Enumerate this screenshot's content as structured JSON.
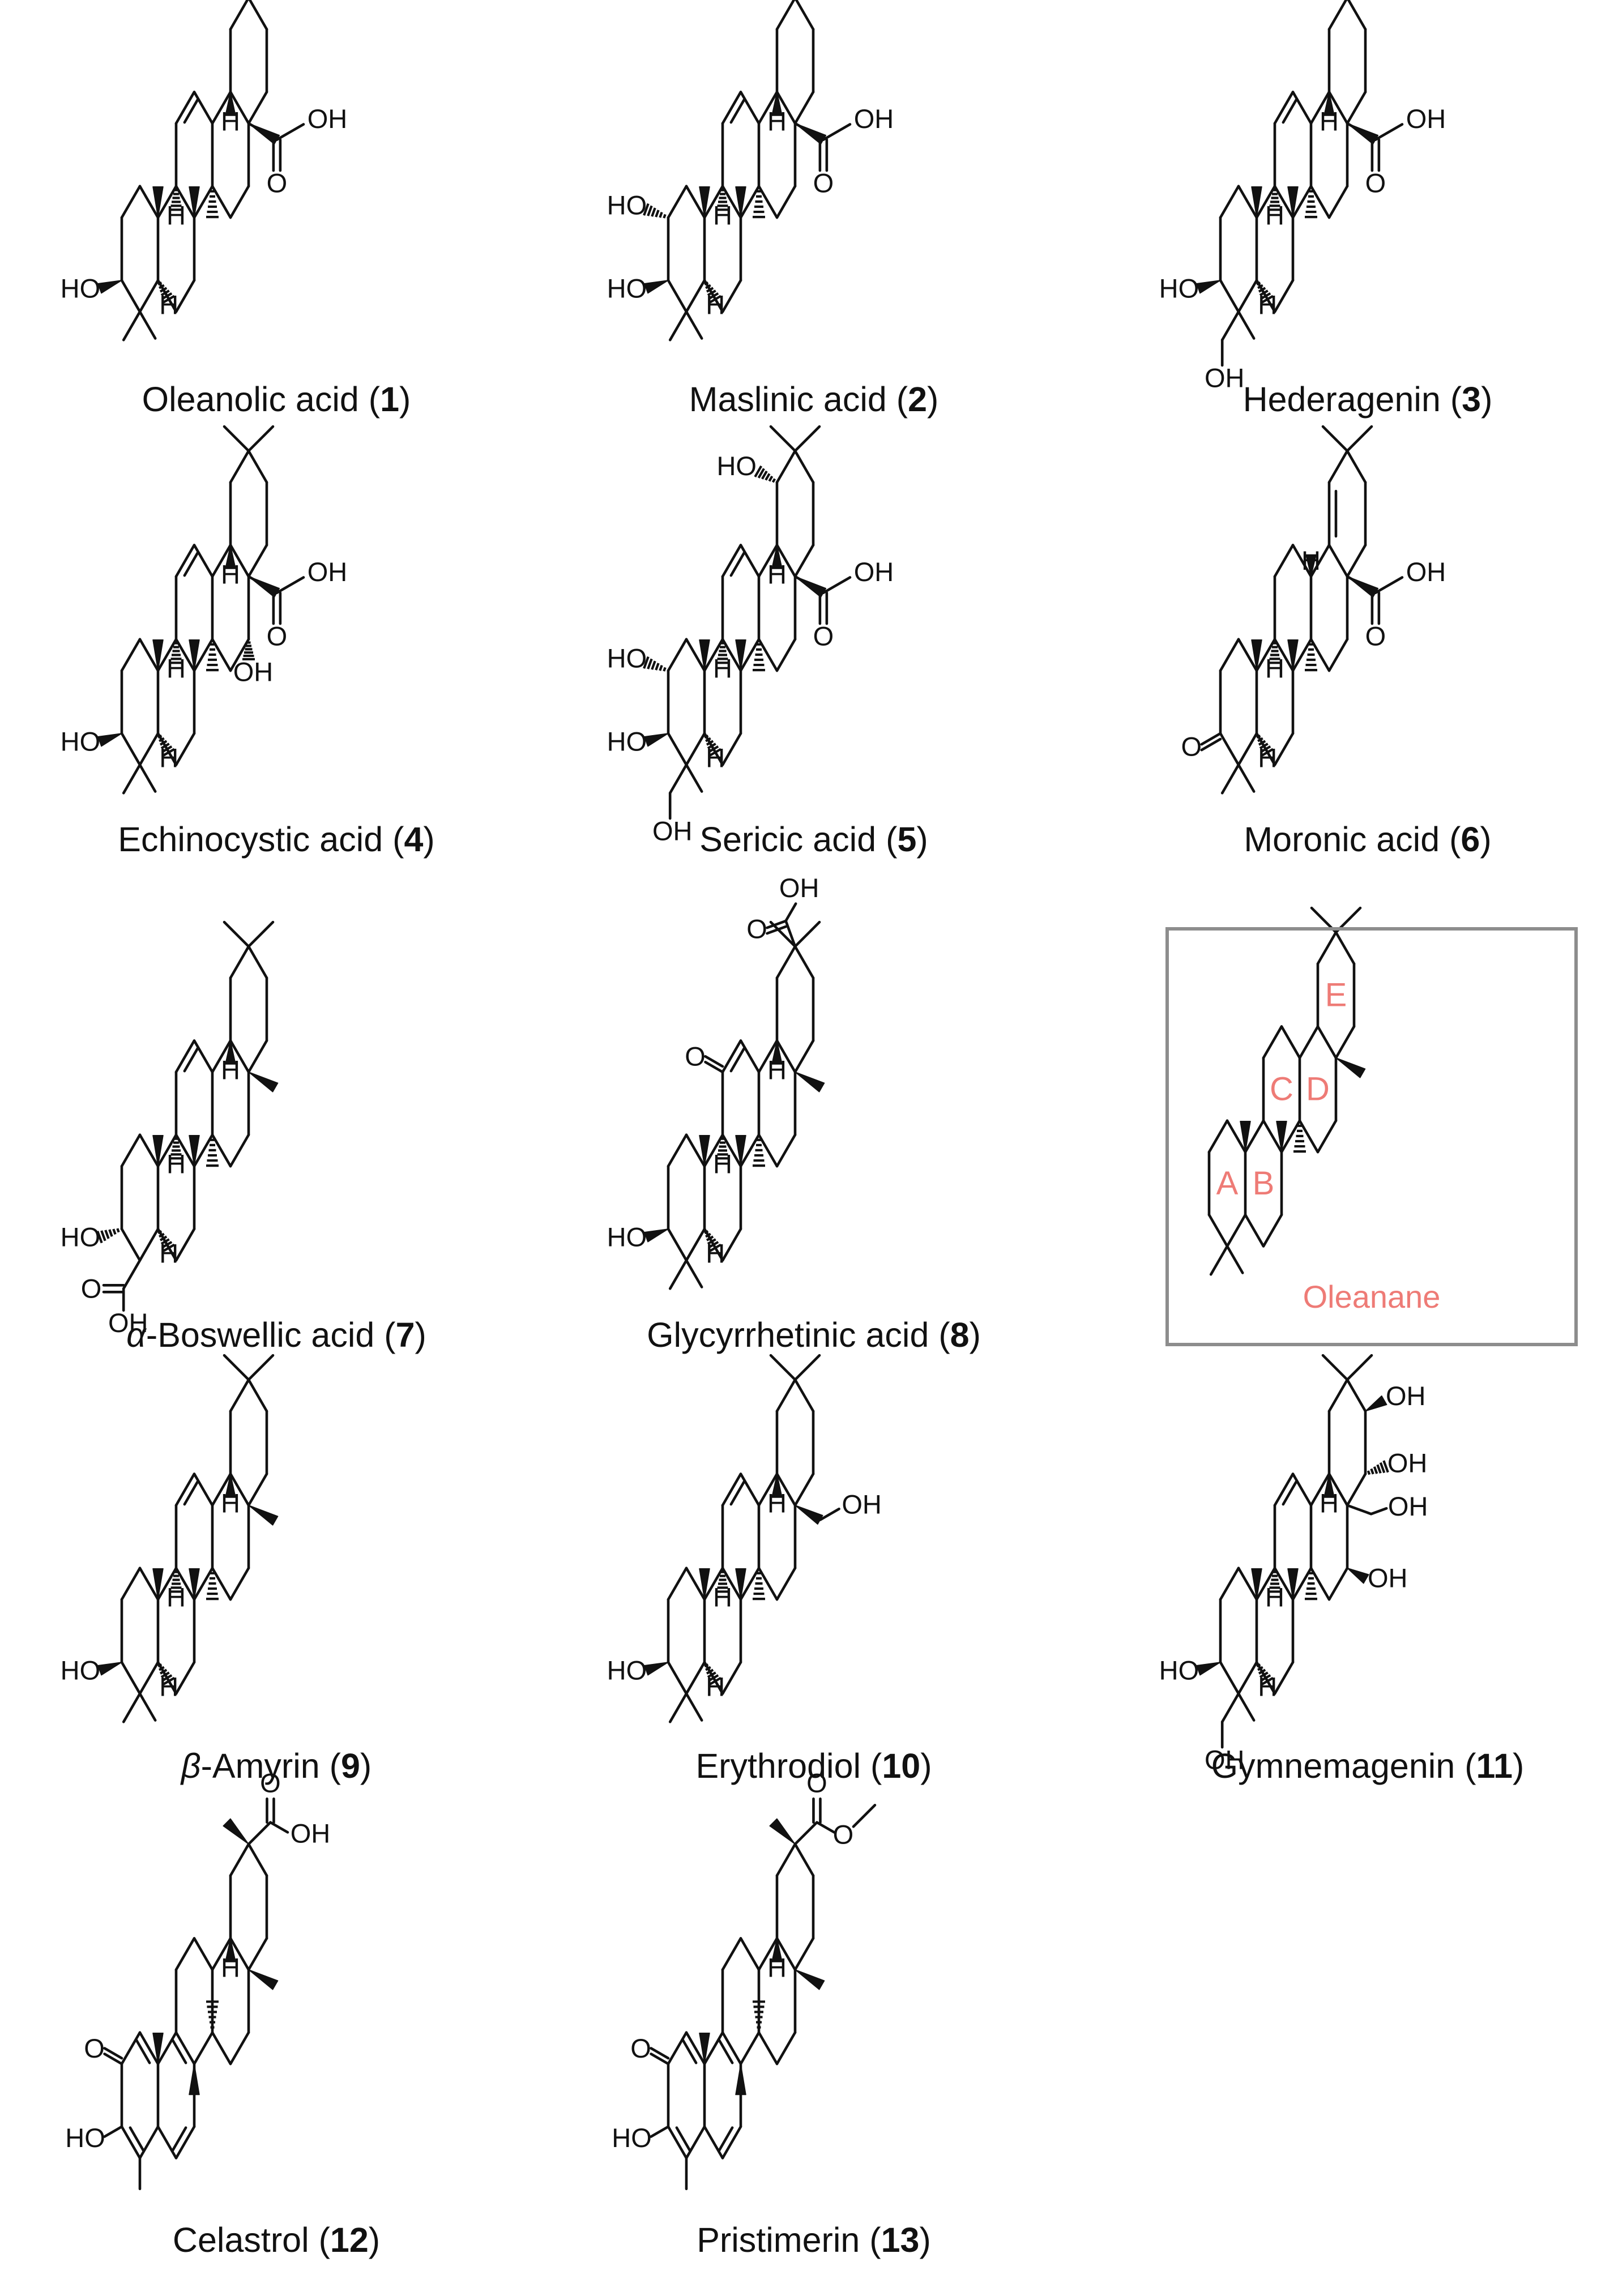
{
  "accent_color": "#ee7b76",
  "compounds": [
    {
      "name": "Oleanolic acid",
      "number": "1",
      "greek": ""
    },
    {
      "name": "Maslinic acid",
      "number": "2",
      "greek": ""
    },
    {
      "name": "Hederagenin",
      "number": "3",
      "greek": ""
    },
    {
      "name": "Echinocystic acid",
      "number": "4",
      "greek": ""
    },
    {
      "name": "Sericic acid",
      "number": "5",
      "greek": ""
    },
    {
      "name": "Moronic acid",
      "number": "6",
      "greek": ""
    },
    {
      "name": "-Boswellic acid",
      "number": "7",
      "greek": "α"
    },
    {
      "name": "Glycyrrhetinic acid",
      "number": "8",
      "greek": ""
    },
    {
      "name": "-Amyrin",
      "number": "9",
      "greek": "β"
    },
    {
      "name": "Erythrodiol",
      "number": "10",
      "greek": ""
    },
    {
      "name": "Gymnemagenin",
      "number": "11",
      "greek": ""
    },
    {
      "name": "Celastrol",
      "number": "12",
      "greek": ""
    },
    {
      "name": "Pristimerin",
      "number": "13",
      "greek": ""
    }
  ],
  "reference": {
    "caption": "Oleanane",
    "rings": [
      "A",
      "B",
      "C",
      "D",
      "E"
    ]
  },
  "atom_labels": {
    "OH": "OH",
    "HO": "HO",
    "O": "O",
    "H": "H"
  }
}
